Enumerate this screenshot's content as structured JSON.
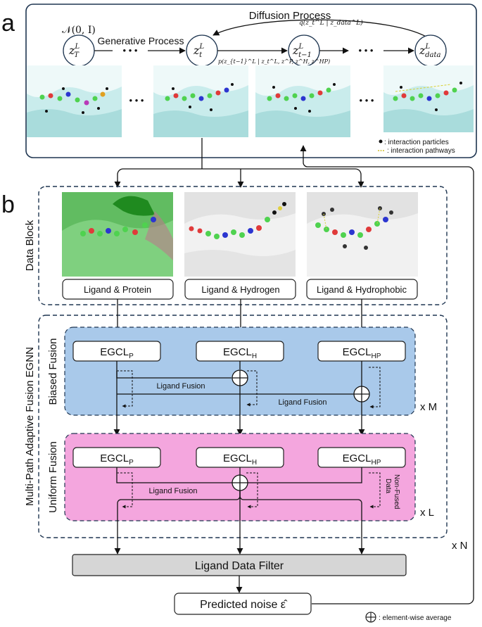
{
  "panel_a": {
    "letter": "a",
    "diffusion_label": "Diffusion Process",
    "diffusion_formula": "q(z_t^L | z_data^L)",
    "generative_label": "Generative Process",
    "normal_label": "𝒩(0, I)",
    "states": [
      {
        "base": "z",
        "sup": "L",
        "sub": "T"
      },
      {
        "base": "z",
        "sup": "L",
        "sub": "t"
      },
      {
        "base": "z",
        "sup": "L",
        "sub": "t−1"
      },
      {
        "base": "z",
        "sup": "L",
        "sub": "data"
      }
    ],
    "ellipsis": "• • •",
    "transition_formula": "p(z_{t−1}^L | z_t^L, z^P, z^H, z^HP)",
    "legend": [
      {
        "symbol": "●",
        "label": ": interaction particles"
      },
      {
        "symbol": "--",
        "label": ": interaction pathways"
      }
    ]
  },
  "panel_b": {
    "letter": "b",
    "data_block_label": "Data Block",
    "data_items": [
      "Ligand & Protein",
      "Ligand & Hydrogen",
      "Ligand & Hydrophobic"
    ],
    "egnn_label": "Multi-Path Adaptive Fusion EGNN",
    "biased": {
      "label": "Biased Fusion",
      "egcl": [
        {
          "base": "EGCL",
          "sub": "P"
        },
        {
          "base": "EGCL",
          "sub": "H"
        },
        {
          "base": "EGCL",
          "sub": "HP"
        }
      ],
      "fusion_labels": [
        "Ligand Fusion",
        "Ligand Fusion"
      ],
      "repeat": "x M"
    },
    "uniform": {
      "label": "Uniform Fusion",
      "egcl": [
        {
          "base": "EGCL",
          "sub": "P"
        },
        {
          "base": "EGCL",
          "sub": "H"
        },
        {
          "base": "EGCL",
          "sub": "HP"
        }
      ],
      "fusion_label": "Ligand Fusion",
      "non_fused": [
        "Non-Fused",
        "Data"
      ],
      "repeat": "x L"
    },
    "outer_repeat": "x N",
    "filter_label": "Ligand Data Filter",
    "predicted_label": "Predicted noise ε̂",
    "footnote": ": element-wise average"
  },
  "colors": {
    "biased_bg": "#a9c9ea",
    "uniform_bg": "#f4a6de",
    "filter_bg": "#d6d6d6",
    "frame": "#1e3550",
    "surface": "#c9ecec",
    "green_atom": "#4fd24f",
    "red_atom": "#e03a3a",
    "blue_atom": "#2c35d0"
  }
}
